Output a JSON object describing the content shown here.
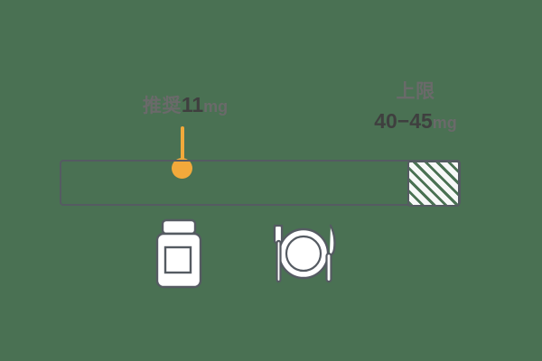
{
  "background_color": "#4a7153",
  "accent_color": "#f2a93b",
  "outline_color": "#555b62",
  "icon_color": "#ffffff",
  "recommended": {
    "caption": "推奨",
    "value": "11",
    "unit": "mg"
  },
  "upper_limit": {
    "caption": "上限",
    "value": "40−45",
    "unit": "mg"
  },
  "icons": {
    "bottle": "pill-bottle-icon",
    "meal": "plate-fork-knife-icon"
  },
  "chart_data": {
    "type": "bar",
    "title": "",
    "orientation": "horizontal",
    "series": [
      {
        "name": "推奨",
        "label": "推奨 11mg",
        "value": 11,
        "unit": "mg",
        "marker": "circle",
        "marker_color": "#f2a93b",
        "position_fraction": 0.305
      },
      {
        "name": "上限",
        "label": "上限 40−45 mg",
        "range": [
          40,
          45
        ],
        "unit": "mg",
        "fill": "diagonal-hatch",
        "start_fraction": 0.87,
        "end_fraction": 1.0
      }
    ],
    "xlabel": "",
    "ylabel": "",
    "grid": false,
    "legend": "none"
  }
}
